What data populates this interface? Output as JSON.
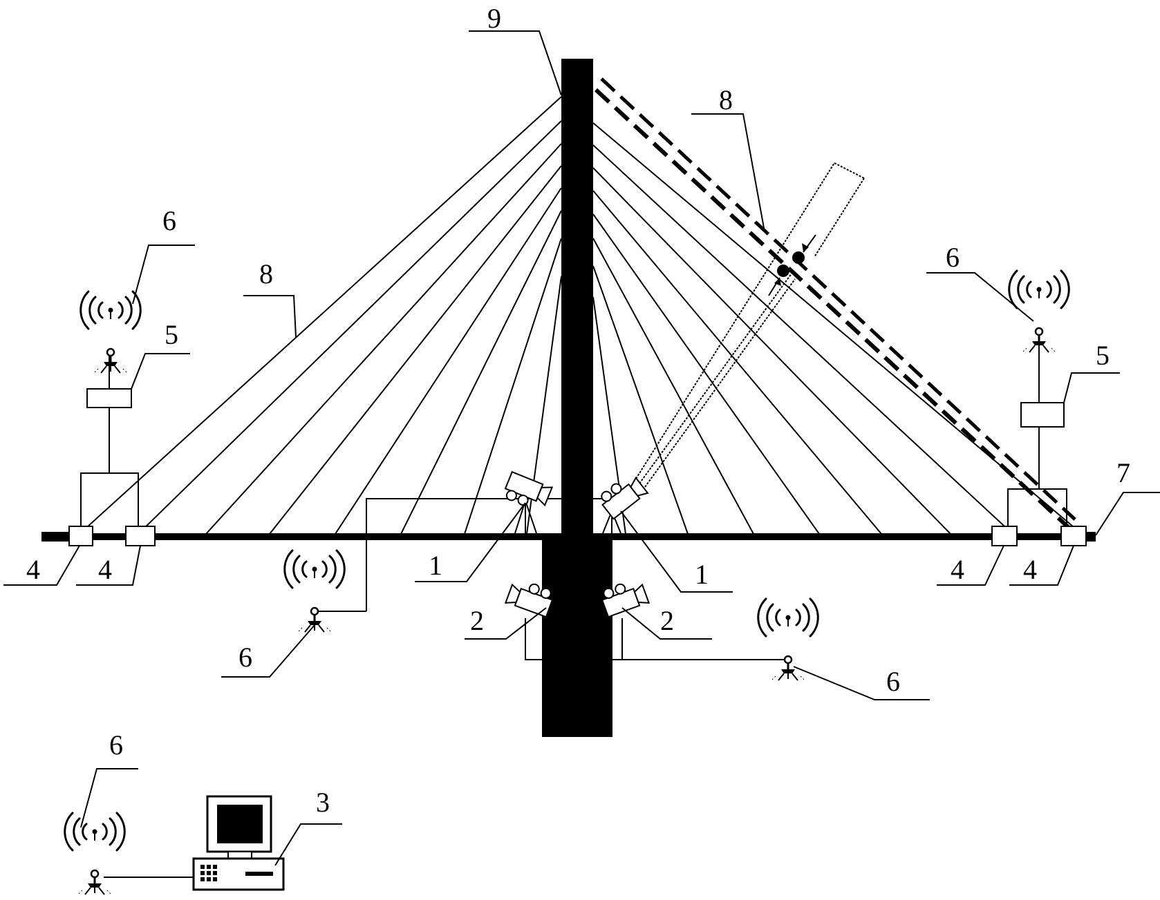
{
  "labels": {
    "camera_deck": "1",
    "camera_pier": "2",
    "computer": "3",
    "sensor": "4",
    "acquisition_box": "5",
    "wireless_node": "6",
    "deck": "7",
    "cable": "8",
    "tower": "9"
  },
  "colors": {
    "ink": "#000000",
    "paper": "#ffffff"
  },
  "icons": [
    "camera-icon",
    "wireless-antenna-icon",
    "computer-icon"
  ]
}
